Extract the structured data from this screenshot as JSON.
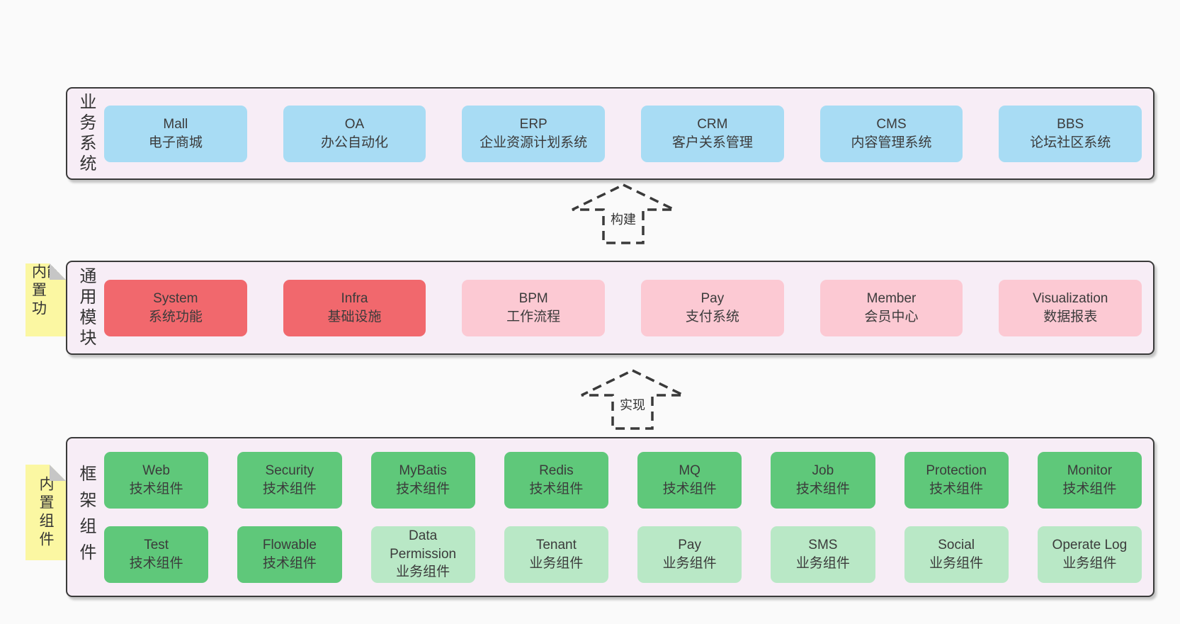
{
  "colors": {
    "page_bg": "#fafafa",
    "container_bg": "#f7edf6",
    "container_border": "#3a3a3a",
    "note_bg": "#fbf7a2",
    "note_fold": "#c6c6c6",
    "box_blue": "#a8dcf4",
    "box_red": "#f1686d",
    "box_pink": "#fcc9d3",
    "box_green": "#5fc87a",
    "box_light_green": "#b9e8c6",
    "text": "#3b3b3b"
  },
  "arrows": [
    {
      "label": "构建"
    },
    {
      "label": "实现"
    }
  ],
  "layers": [
    {
      "id": "business-systems",
      "label": "业务系统",
      "boxes": [
        {
          "title": "Mall",
          "subtitle": "电子商城",
          "variant": "blue"
        },
        {
          "title": "OA",
          "subtitle": "办公自动化",
          "variant": "blue"
        },
        {
          "title": "ERP",
          "subtitle": "企业资源计划系统",
          "variant": "blue"
        },
        {
          "title": "CRM",
          "subtitle": "客户关系管理",
          "variant": "blue"
        },
        {
          "title": "CMS",
          "subtitle": "内容管理系统",
          "variant": "blue"
        },
        {
          "title": "BBS",
          "subtitle": "论坛社区系统",
          "variant": "blue"
        }
      ]
    },
    {
      "id": "common-modules",
      "label": "通用模块",
      "note": "内置功能",
      "boxes": [
        {
          "title": "System",
          "subtitle": "系统功能",
          "variant": "red"
        },
        {
          "title": "Infra",
          "subtitle": "基础设施",
          "variant": "red"
        },
        {
          "title": "BPM",
          "subtitle": "工作流程",
          "variant": "pink"
        },
        {
          "title": "Pay",
          "subtitle": "支付系统",
          "variant": "pink"
        },
        {
          "title": "Member",
          "subtitle": "会员中心",
          "variant": "pink"
        },
        {
          "title": "Visualization",
          "subtitle": "数据报表",
          "variant": "pink"
        }
      ]
    },
    {
      "id": "framework-components",
      "label": "框架组件",
      "note": "内置组件",
      "rows": [
        [
          {
            "title": "Web",
            "subtitle": "技术组件",
            "variant": "green"
          },
          {
            "title": "Security",
            "subtitle": "技术组件",
            "variant": "green"
          },
          {
            "title": "MyBatis",
            "subtitle": "技术组件",
            "variant": "green"
          },
          {
            "title": "Redis",
            "subtitle": "技术组件",
            "variant": "green"
          },
          {
            "title": "MQ",
            "subtitle": "技术组件",
            "variant": "green"
          },
          {
            "title": "Job",
            "subtitle": "技术组件",
            "variant": "green"
          },
          {
            "title": "Protection",
            "subtitle": "技术组件",
            "variant": "green"
          },
          {
            "title": "Monitor",
            "subtitle": "技术组件",
            "variant": "green"
          }
        ],
        [
          {
            "title": "Test",
            "subtitle": "技术组件",
            "variant": "green"
          },
          {
            "title": "Flowable",
            "subtitle": "技术组件",
            "variant": "green"
          },
          {
            "title": "Data Permission",
            "subtitle": "业务组件",
            "variant": "lgreen"
          },
          {
            "title": "Tenant",
            "subtitle": "业务组件",
            "variant": "lgreen"
          },
          {
            "title": "Pay",
            "subtitle": "业务组件",
            "variant": "lgreen"
          },
          {
            "title": "SMS",
            "subtitle": "业务组件",
            "variant": "lgreen"
          },
          {
            "title": "Social",
            "subtitle": "业务组件",
            "variant": "lgreen"
          },
          {
            "title": "Operate Log",
            "subtitle": "业务组件",
            "variant": "lgreen"
          }
        ]
      ]
    }
  ]
}
